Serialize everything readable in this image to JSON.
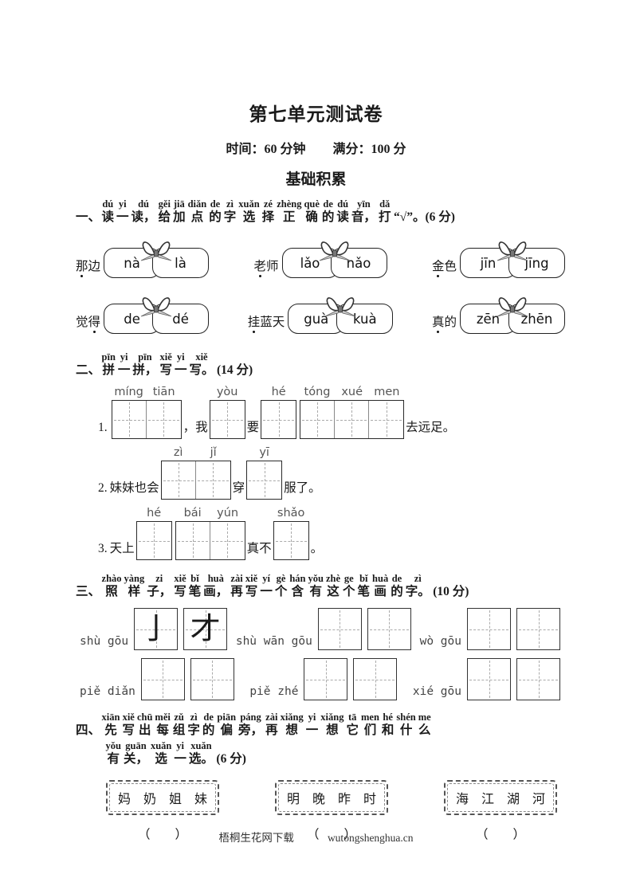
{
  "page": {
    "title": "第七单元测试卷",
    "meta_time": "时间：60 分钟",
    "meta_score": "满分：100 分",
    "section": "基础积累",
    "footer": {
      "site_name": "梧桐生花网下载",
      "site_url": "wutongshenghua.cn"
    }
  },
  "q1": {
    "prefix": "一、",
    "ruby": [
      [
        "dú",
        "读"
      ],
      [
        "yi",
        "一"
      ],
      [
        "dú",
        "读，"
      ],
      [
        "gěi",
        "给"
      ],
      [
        "jiā",
        "加"
      ],
      [
        "diǎn",
        "点"
      ],
      [
        "de",
        "的"
      ],
      [
        "zì",
        "字"
      ],
      [
        "xuǎn",
        "选"
      ],
      [
        "zé",
        "择"
      ],
      [
        "zhèng",
        "正"
      ],
      [
        "què",
        "确"
      ],
      [
        "de",
        "的"
      ],
      [
        "dú",
        "读"
      ],
      [
        "yīn",
        "音，"
      ],
      [
        "dǎ",
        "打"
      ]
    ],
    "suffix": "“√”。(6 分)",
    "rows": [
      [
        {
          "word": "那边",
          "dot": 0,
          "left": "nà",
          "right": "là"
        },
        {
          "word": "老师",
          "dot": 0,
          "left": "lǎo",
          "right": "nǎo"
        },
        {
          "word": "金色",
          "dot": 0,
          "left": "jīn",
          "right": "jīng"
        }
      ],
      [
        {
          "word": "觉得",
          "dot": 1,
          "left": "de",
          "right": "dé"
        },
        {
          "word": "挂蓝天",
          "dot": 0,
          "left": "guà",
          "right": "kuà"
        },
        {
          "word": "真的",
          "dot": 0,
          "left": "zēn",
          "right": "zhēn"
        }
      ]
    ]
  },
  "q2": {
    "prefix": "二、",
    "ruby": [
      [
        "pīn",
        "拼"
      ],
      [
        "yi",
        "一"
      ],
      [
        "pīn",
        "拼，"
      ],
      [
        "xiě",
        "写"
      ],
      [
        "yi",
        "一"
      ],
      [
        "xiě",
        "写。"
      ]
    ],
    "suffix": "(14 分)",
    "sentences": [
      {
        "num": "1.",
        "parts": [
          {
            "grid": [
              "míng",
              "tiān"
            ]
          },
          {
            "text": "，我"
          },
          {
            "grid": [
              "yòu"
            ]
          },
          {
            "text": "要"
          },
          {
            "grid": [
              "hé"
            ]
          },
          {
            "grid": [
              "tóng",
              "xué",
              "men"
            ]
          },
          {
            "text": "去远足。"
          }
        ]
      },
      {
        "num": "2.",
        "parts": [
          {
            "text": "妹妹也会"
          },
          {
            "grid": [
              "zì",
              "jǐ"
            ]
          },
          {
            "text": "穿"
          },
          {
            "grid": [
              "yī"
            ]
          },
          {
            "text": "服了。"
          }
        ]
      },
      {
        "num": "3.",
        "parts": [
          {
            "text": "天上"
          },
          {
            "grid": [
              "hé"
            ]
          },
          {
            "grid": [
              "bái",
              "yún"
            ]
          },
          {
            "text": "真不"
          },
          {
            "grid": [
              "shǎo"
            ]
          },
          {
            "text": "。"
          }
        ]
      }
    ]
  },
  "q3": {
    "prefix": "三、",
    "ruby": [
      [
        "zhào",
        "照"
      ],
      [
        "yàng",
        "样"
      ],
      [
        "zi",
        "子，"
      ],
      [
        "xiě",
        "写"
      ],
      [
        "bǐ",
        "笔"
      ],
      [
        "huà",
        "画，"
      ],
      [
        "zài",
        "再"
      ],
      [
        "xiě",
        "写"
      ],
      [
        "yí",
        "一"
      ],
      [
        "gè",
        "个"
      ],
      [
        "hán",
        "含"
      ],
      [
        "yǒu",
        "有"
      ],
      [
        "zhè",
        "这"
      ],
      [
        "ge",
        "个"
      ],
      [
        "bǐ",
        "笔"
      ],
      [
        "huà",
        "画"
      ],
      [
        "de",
        "的"
      ],
      [
        "zì",
        "字。"
      ]
    ],
    "suffix": "(10 分)",
    "rows": [
      [
        {
          "label": "shù gōu",
          "cells": [
            "亅",
            "才"
          ]
        },
        {
          "label": "shù wān gōu",
          "cells": [
            "",
            ""
          ]
        },
        {
          "label": "wò gōu",
          "cells": [
            "",
            ""
          ]
        }
      ],
      [
        {
          "label": "piě diǎn",
          "cells": [
            "",
            ""
          ]
        },
        {
          "label": "piě zhé",
          "cells": [
            "",
            ""
          ]
        },
        {
          "label": "xié gōu",
          "cells": [
            "",
            ""
          ]
        }
      ]
    ]
  },
  "q4": {
    "prefix": "四、",
    "ruby1": [
      [
        "xiān",
        "先"
      ],
      [
        "xiě",
        "写"
      ],
      [
        "chū",
        "出"
      ],
      [
        "měi",
        "每"
      ],
      [
        "zǔ",
        "组"
      ],
      [
        "zì",
        "字"
      ],
      [
        "de",
        "的"
      ],
      [
        "piān",
        "偏"
      ],
      [
        "páng",
        "旁，"
      ],
      [
        "zài",
        "再"
      ],
      [
        "xiǎng",
        "想"
      ],
      [
        "yi",
        "一"
      ],
      [
        "xiǎng",
        "想"
      ],
      [
        "tā",
        "它"
      ],
      [
        "men",
        "们"
      ],
      [
        "hé",
        "和"
      ],
      [
        "shén",
        "什"
      ],
      [
        "me",
        "么"
      ]
    ],
    "ruby2": [
      [
        "yǒu",
        "有"
      ],
      [
        "guān",
        "关，"
      ],
      [
        "xuǎn",
        "选"
      ],
      [
        "yi",
        "一"
      ],
      [
        "xuǎn",
        "选。"
      ]
    ],
    "suffix": "(6 分)",
    "groups": [
      "妈　奶　姐　妹",
      "明　晚　昨　时",
      "海　江　湖　河"
    ],
    "answer_blank": "（　　）"
  }
}
